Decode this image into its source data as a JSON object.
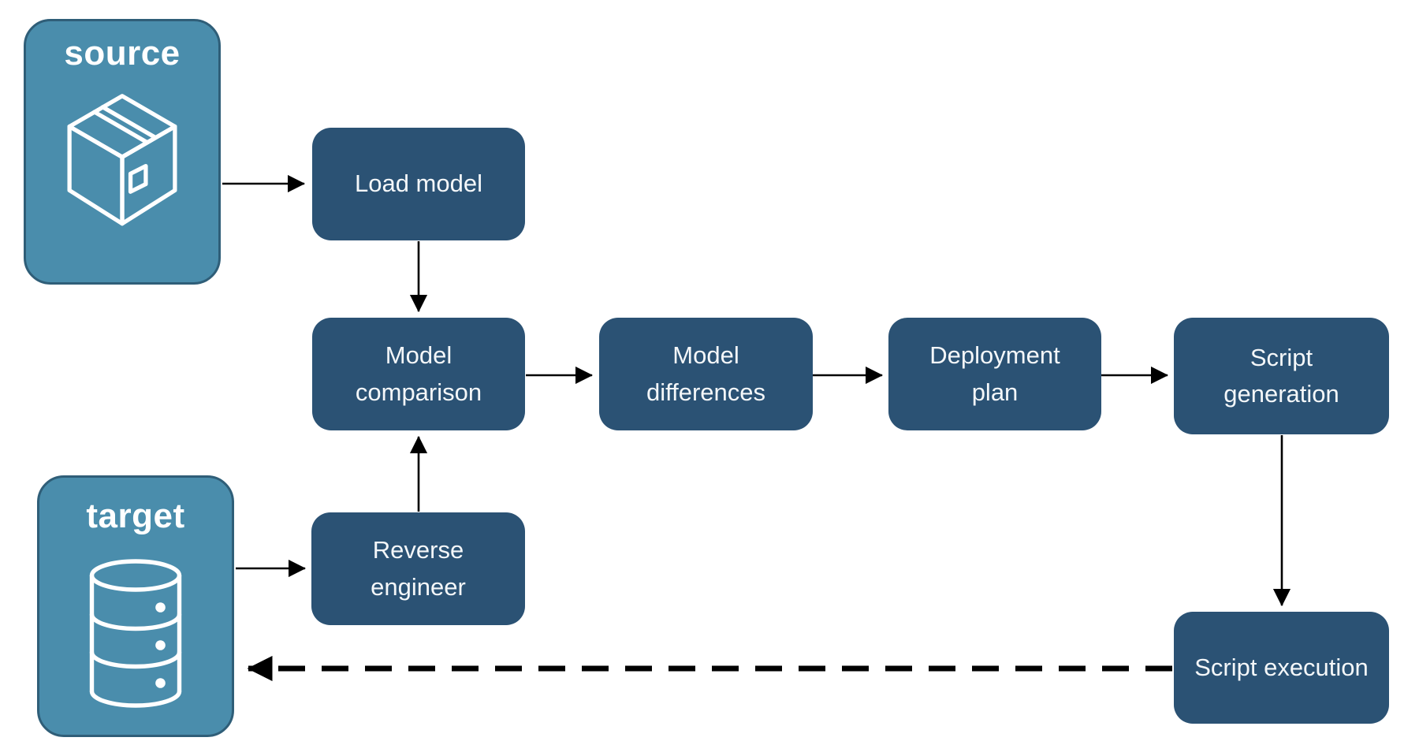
{
  "diagram": {
    "colors": {
      "node_fill": "#2B5274",
      "container_fill": "#4A8DAC",
      "container_border": "#2F5E78",
      "text": "#F4F7F9",
      "arrow": "#000000",
      "background": "#FFFFFF"
    },
    "containers": [
      {
        "label": "source",
        "icon": "package-icon"
      },
      {
        "label": "target",
        "icon": "database-icon"
      }
    ],
    "nodes": [
      {
        "label": "Load model"
      },
      {
        "label": "Model comparison"
      },
      {
        "label": "Model differences"
      },
      {
        "label": "Deployment plan"
      },
      {
        "label": "Script generation"
      },
      {
        "label": "Reverse engineer"
      },
      {
        "label": "Script execution"
      }
    ],
    "edges": [
      {
        "from": "source",
        "to": "Load model",
        "style": "solid"
      },
      {
        "from": "Load model",
        "to": "Model comparison",
        "style": "solid"
      },
      {
        "from": "Model comparison",
        "to": "Model differences",
        "style": "solid"
      },
      {
        "from": "Model differences",
        "to": "Deployment plan",
        "style": "solid"
      },
      {
        "from": "Deployment plan",
        "to": "Script generation",
        "style": "solid"
      },
      {
        "from": "Script generation",
        "to": "Script execution",
        "style": "solid"
      },
      {
        "from": "target",
        "to": "Reverse engineer",
        "style": "solid"
      },
      {
        "from": "Reverse engineer",
        "to": "Model comparison",
        "style": "solid"
      },
      {
        "from": "Script execution",
        "to": "target",
        "style": "dashed"
      }
    ]
  }
}
